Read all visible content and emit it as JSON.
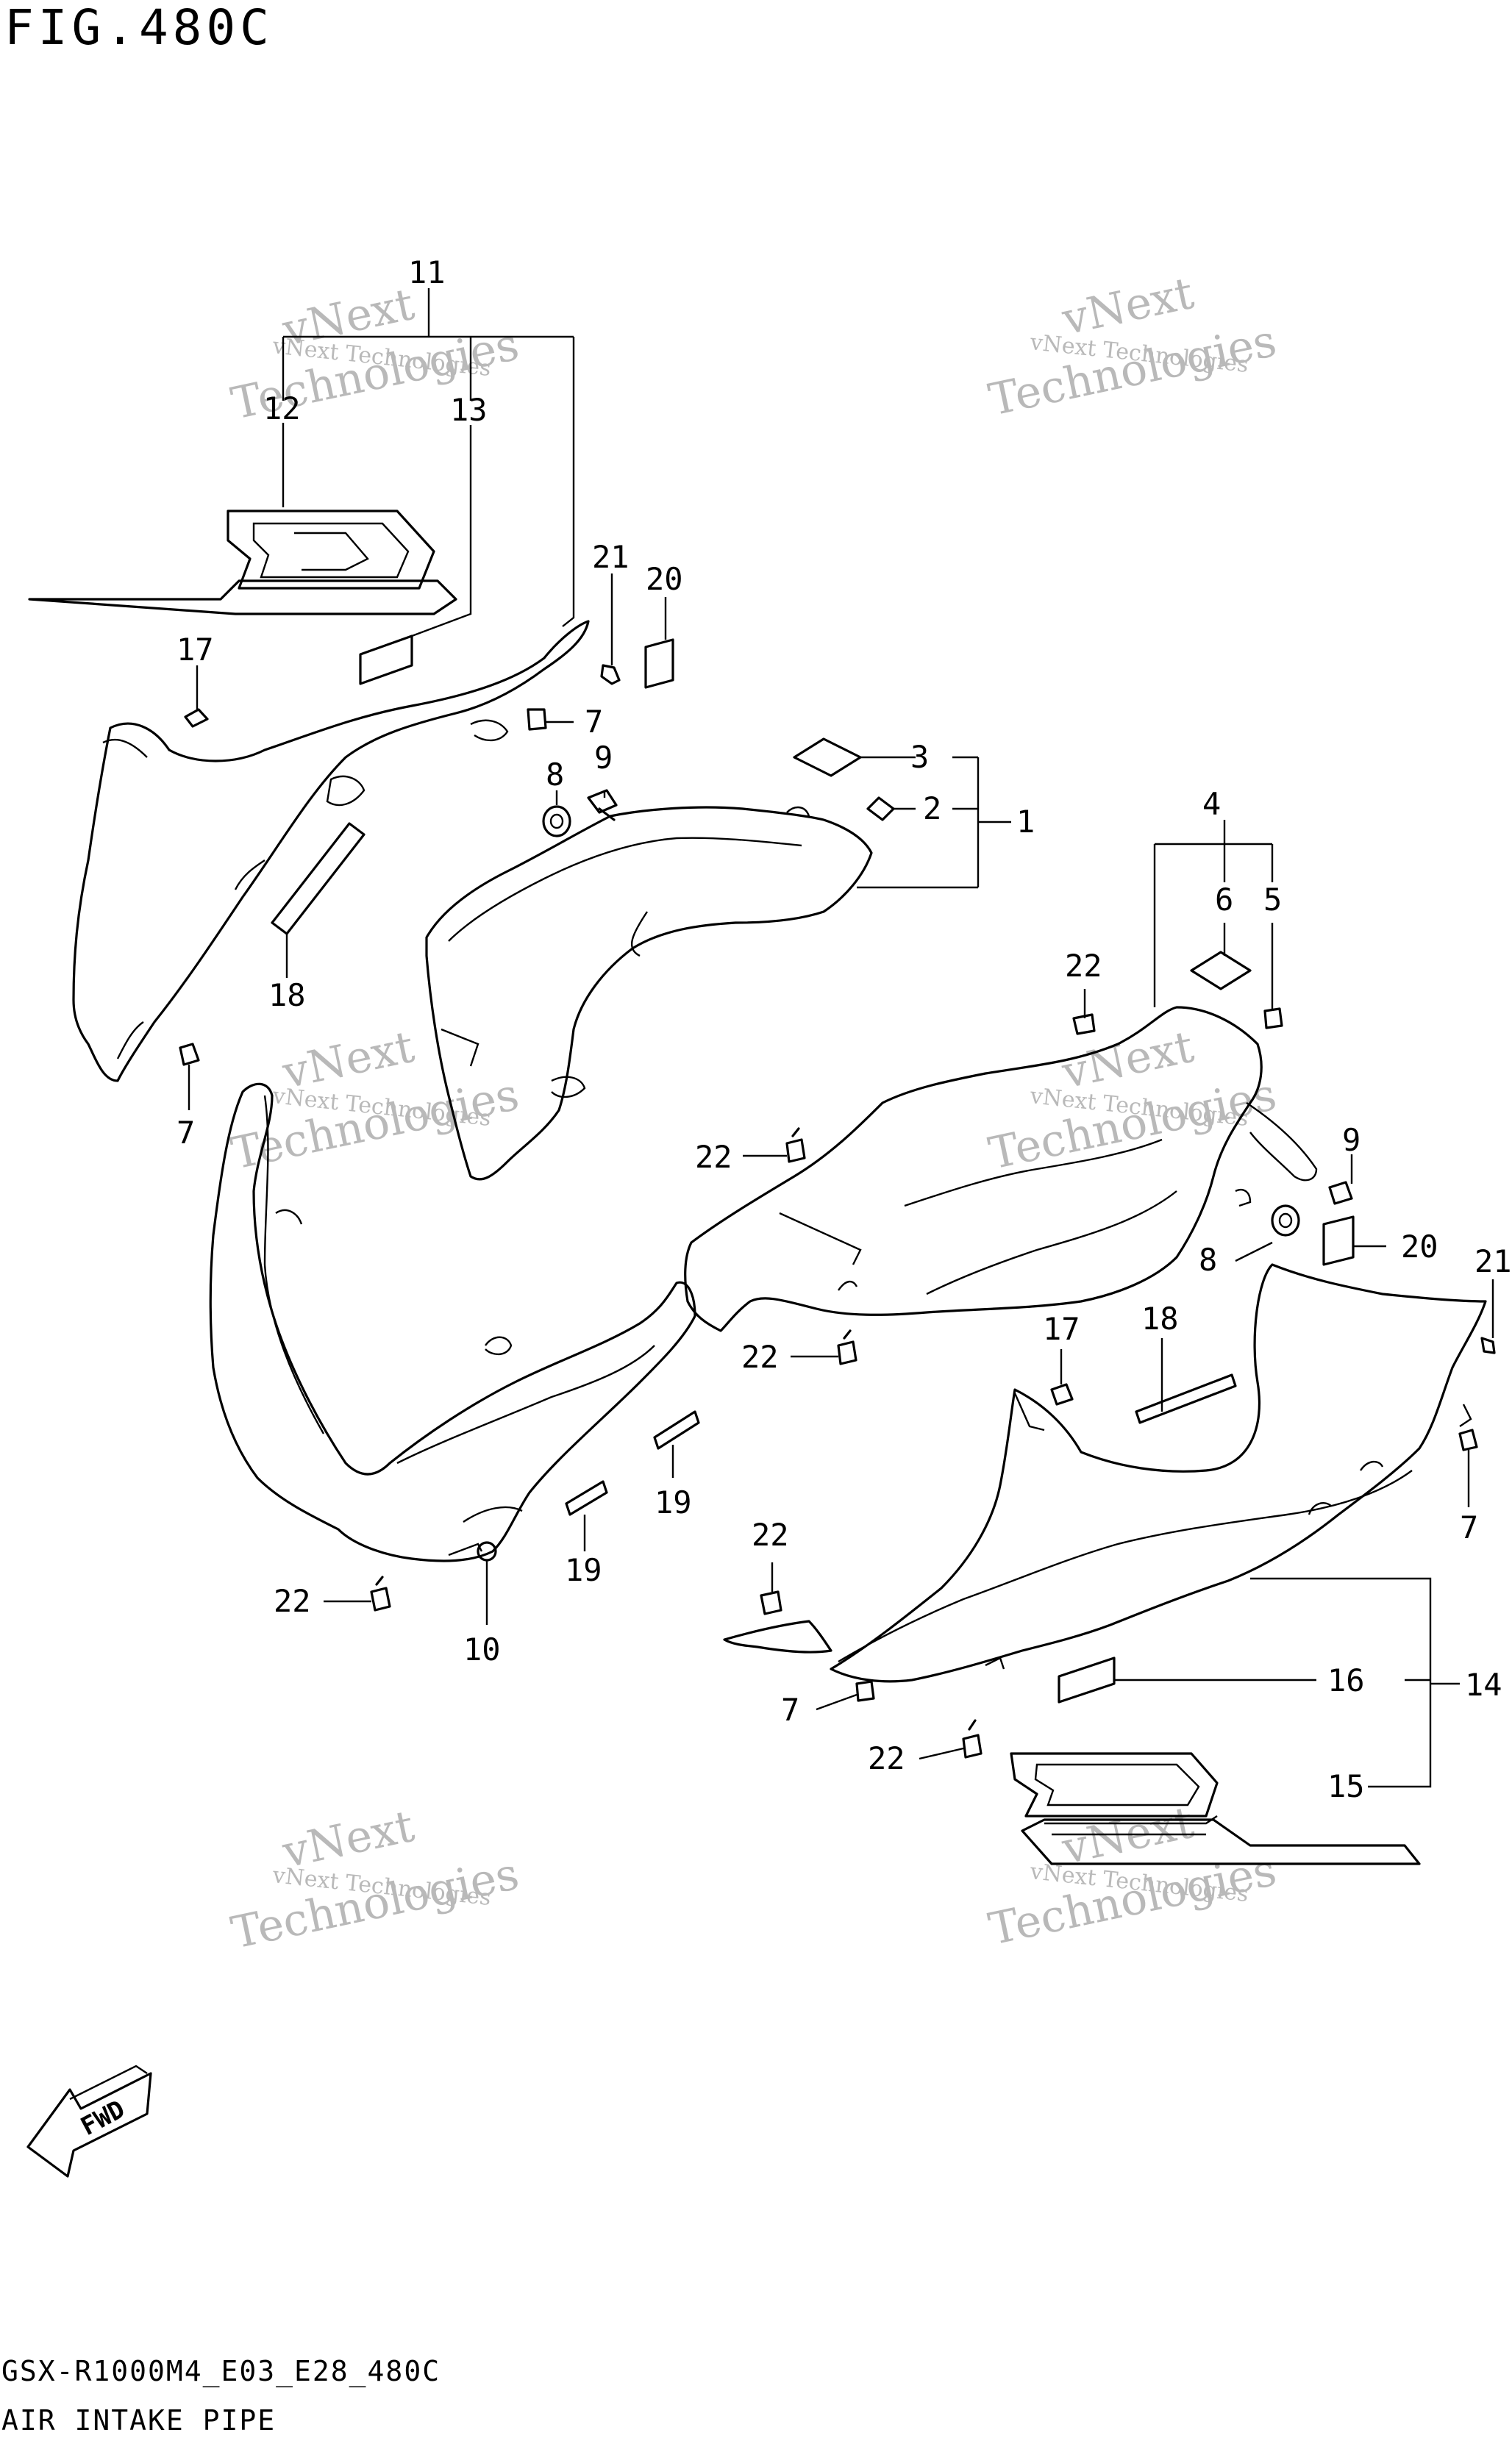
{
  "figure": {
    "title": "FIG.480C",
    "code": "GSX-R1000M4_E03_E28_480C",
    "caption": "AIR INTAKE PIPE",
    "fwd_label": "FWD"
  },
  "watermark": {
    "line1": "vNext Technologies",
    "line2": "vNext",
    "line3": "Technologies"
  },
  "callouts": {
    "c1": "1",
    "c2": "2",
    "c3": "3",
    "c4": "4",
    "c5": "5",
    "c6": "6",
    "c7a": "7",
    "c7b": "7",
    "c7c": "7",
    "c7d": "7",
    "c8a": "8",
    "c8b": "8",
    "c9a": "9",
    "c9b": "9",
    "c10": "10",
    "c11": "11",
    "c12": "12",
    "c13": "13",
    "c14": "14",
    "c15": "15",
    "c16": "16",
    "c17a": "17",
    "c17b": "17",
    "c18a": "18",
    "c18b": "18",
    "c19a": "19",
    "c19b": "19",
    "c20a": "20",
    "c20b": "20",
    "c21a": "21",
    "c21b": "21",
    "c22a": "22",
    "c22b": "22",
    "c22c": "22",
    "c22d": "22",
    "c22e": "22",
    "c22f": "22"
  }
}
